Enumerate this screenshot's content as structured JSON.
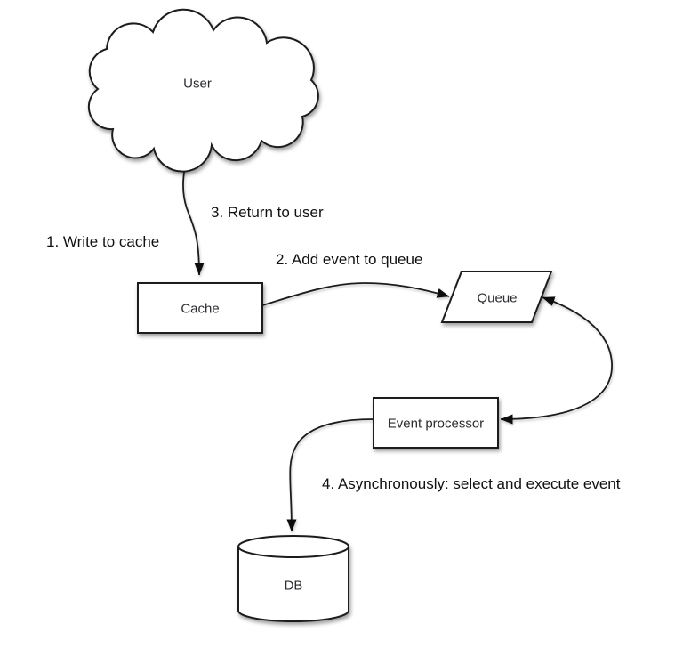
{
  "diagram": {
    "type": "flow-diagram",
    "background": "#ffffff",
    "nodes": {
      "user": {
        "label": "User",
        "shape": "cloud"
      },
      "cache": {
        "label": "Cache",
        "shape": "rectangle"
      },
      "queue": {
        "label": "Queue",
        "shape": "parallelogram"
      },
      "event_processor": {
        "label": "Event processor",
        "shape": "rectangle"
      },
      "db": {
        "label": "DB",
        "shape": "cylinder"
      }
    },
    "labels": {
      "step1": "1. Write to cache",
      "step2": "2. Add event to queue",
      "step3": "3. Return to user",
      "step4": "4. Asynchronously: select and execute event"
    },
    "edges": [
      {
        "from": "user",
        "to": "cache",
        "arrow": "end",
        "label": "1. Write to cache / 3. Return to user"
      },
      {
        "from": "cache",
        "to": "queue",
        "arrow": "end",
        "label": "2. Add event to queue"
      },
      {
        "from": "queue",
        "to": "event_processor",
        "arrow": "both",
        "label": ""
      },
      {
        "from": "event_processor",
        "to": "db",
        "arrow": "end",
        "label": "4. Asynchronously: select and execute event"
      }
    ],
    "colors": {
      "stroke": "#1d1d1d",
      "node_fill": "#ffffff",
      "text": "#111111"
    }
  }
}
